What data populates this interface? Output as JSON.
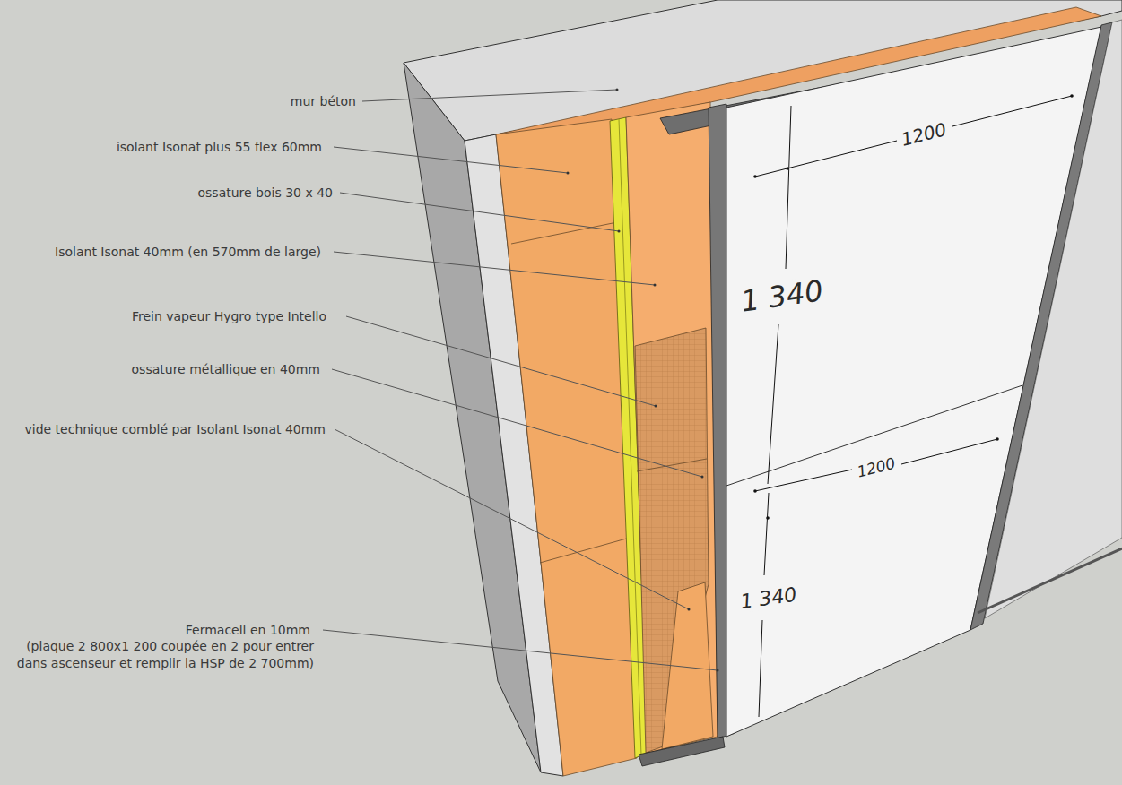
{
  "diagram": {
    "labels": [
      "mur béton",
      "isolant Isonat plus 55 flex 60mm",
      "ossature bois 30 x 40",
      "Isolant Isonat 40mm (en 570mm de large)",
      "Frein vapeur Hygro type Intello",
      "ossature métallique en 40mm",
      "vide technique comblé par Isolant Isonat 40mm",
      "Fermacell en 10mm",
      "(plaque 2 800x1 200 coupée en 2 pour entrer dans ascenseur et remplir la HSP de 2 700mm)",
      "1200",
      "1 340",
      "1200",
      "1 340"
    ]
  }
}
